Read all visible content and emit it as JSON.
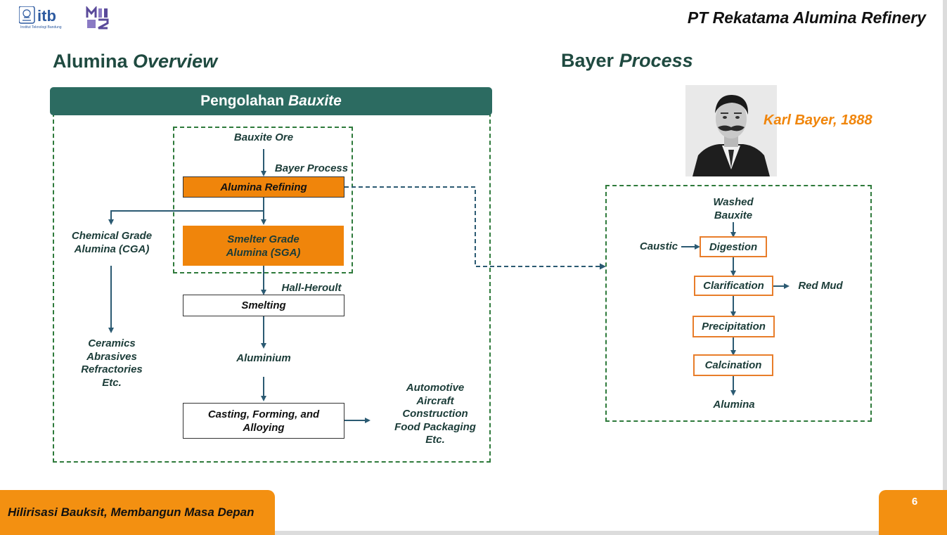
{
  "header": {
    "logo_text": "itb",
    "logo_caption": "Institut Teknologi Bandung",
    "company_name": "PT Rekatama Alumina Refinery"
  },
  "left_section": {
    "title_main": "Alumina ",
    "title_italic": "Overview",
    "banner_main": "Pengolahan ",
    "banner_italic": "Bauxite",
    "nodes": {
      "bauxite_ore": "Bauxite Ore",
      "bayer_process": "Bayer Process",
      "alumina_refining": "Alumina Refining",
      "sga": "Smelter Grade Alumina (SGA)",
      "cga": "Chemical Grade Alumina (CGA)",
      "hall_heroult": "Hall-Heroult",
      "smelting": "Smelting",
      "aluminium": "Aluminium",
      "casting": "Casting, Forming, and Alloying",
      "cga_uses": [
        "Ceramics",
        "Abrasives",
        "Refractories",
        "Etc."
      ],
      "aluminium_uses": [
        "Automotive",
        "Aircraft",
        "Construction",
        "Food Packaging",
        "Etc."
      ]
    }
  },
  "right_section": {
    "title_main": "Bayer ",
    "title_italic": "Process",
    "inventor": "Karl Bayer, 1888",
    "steps": {
      "washed_bauxite": "Washed Bauxite",
      "caustic": "Caustic",
      "digestion": "Digestion",
      "clarification": "Clarification",
      "red_mud": "Red Mud",
      "precipitation": "Precipitation",
      "calcination": "Calcination",
      "alumina": "Alumina"
    }
  },
  "footer": {
    "tagline": "Hilirisasi Bauksit, Membangun Masa Depan",
    "page_number": "6"
  },
  "colors": {
    "teal": "#2c6b61",
    "orange": "#f0850b",
    "dashed_green": "#2e7a3b",
    "arrow": "#2b5a72"
  }
}
